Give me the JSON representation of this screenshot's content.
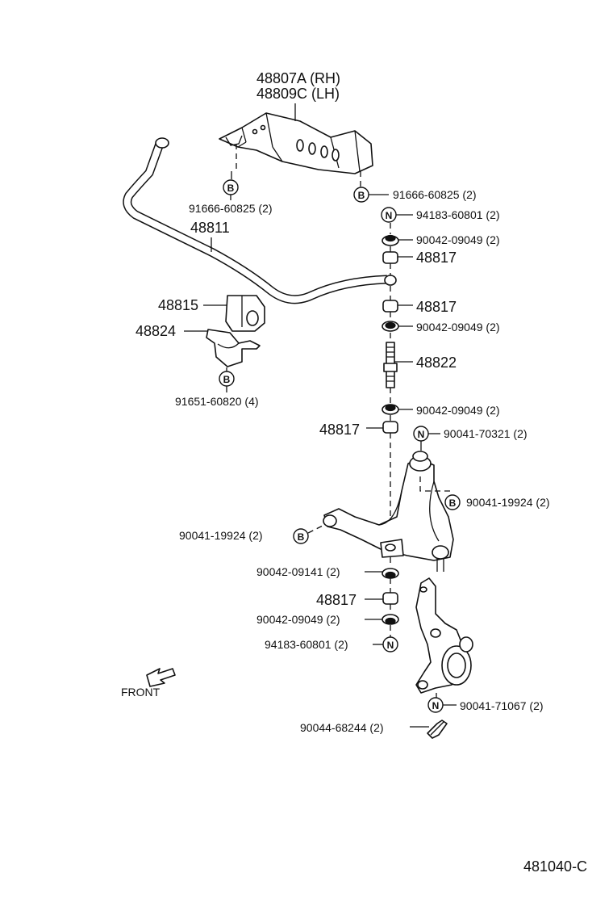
{
  "parts": {
    "bracket_rh": "48807A (RH)",
    "bracket_lh": "48809C (LH)",
    "bolt_bracket_left": "91666-60825 (2)",
    "bolt_bracket_right": "91666-60825 (2)",
    "nut_top": "94183-60801 (2)",
    "retainer_1": "90042-09049 (2)",
    "cushion_1": "48817",
    "stabilizer_bar": "48811",
    "cushion_2": "48817",
    "retainer_2": "90042-09049 (2)",
    "bushing": "48815",
    "bush_bracket": "48824",
    "link_bolt": "48822",
    "bolt_bush": "91651-60820 (4)",
    "retainer_3": "90042-09049 (2)",
    "cushion_3": "48817",
    "nut_ball_joint": "90041-70321 (2)",
    "bolt_arm_rear": "90041-19924 (2)",
    "bolt_arm_front": "90041-19924 (2)",
    "retainer_4": "90042-09141 (2)",
    "cushion_4": "48817",
    "retainer_5": "90042-09049 (2)",
    "nut_bottom": "94183-60801 (2)",
    "nut_knuckle": "90041-71067 (2)",
    "cotter_pin": "90044-68244 (2)"
  },
  "symbols": {
    "bolt": "B",
    "nut": "N"
  },
  "direction_label": "FRONT",
  "diagram_code": "481040-C"
}
